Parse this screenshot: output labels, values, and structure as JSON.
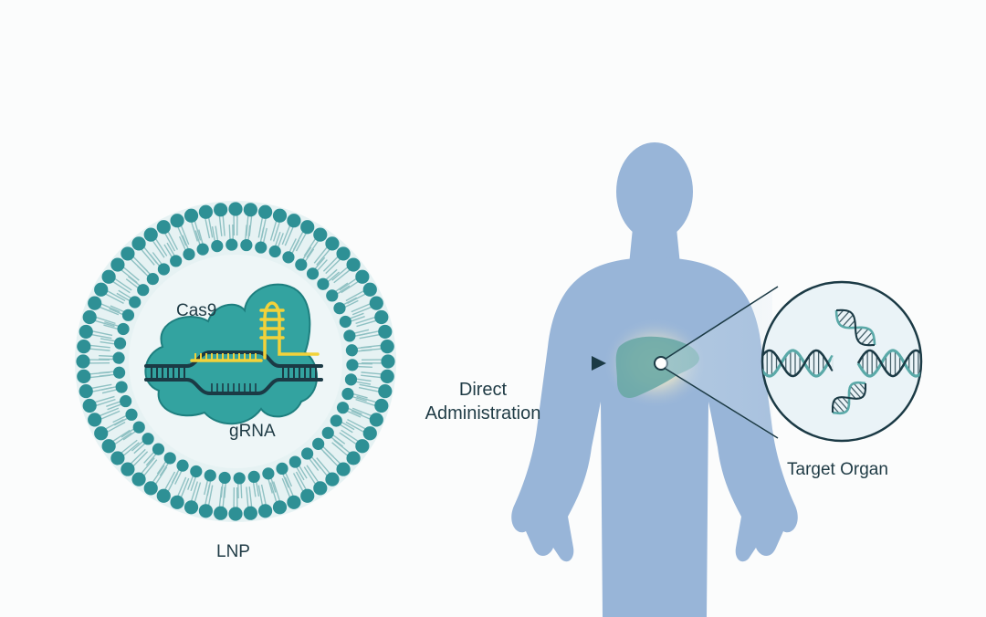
{
  "colors": {
    "background": "#fbfcfc",
    "lipid_head": "#2e9095",
    "lipid_tail": "#8fc1c3",
    "nanoparticle_fill": "#e6f2f3",
    "cas9_protein": "#33a3a0",
    "cas9_outline": "#1e7f7f",
    "dna_strand": "#1b3a45",
    "grna": "#f2d23a",
    "body": "#98b5d8",
    "liver": "#6aa8a6",
    "glow": "#fff3c2",
    "zoom_circle": "#1b3a45",
    "dna_helix": "#5aa9a8",
    "arrow": "#1b3a45"
  },
  "labels": {
    "cas9": "Cas9",
    "grna": "gRNA",
    "lnp": "LNP",
    "administration_line1": "Direct",
    "administration_line2": "Administration",
    "target_organ": "Target Organ"
  },
  "icons": {
    "nanoparticle": "lipid-nanoparticle-icon",
    "cas9_complex": "cas9-grna-complex-icon",
    "human_body": "human-silhouette-icon",
    "liver": "liver-organ-icon",
    "zoom": "magnified-dna-icon",
    "arrow": "arrow-right-icon"
  }
}
